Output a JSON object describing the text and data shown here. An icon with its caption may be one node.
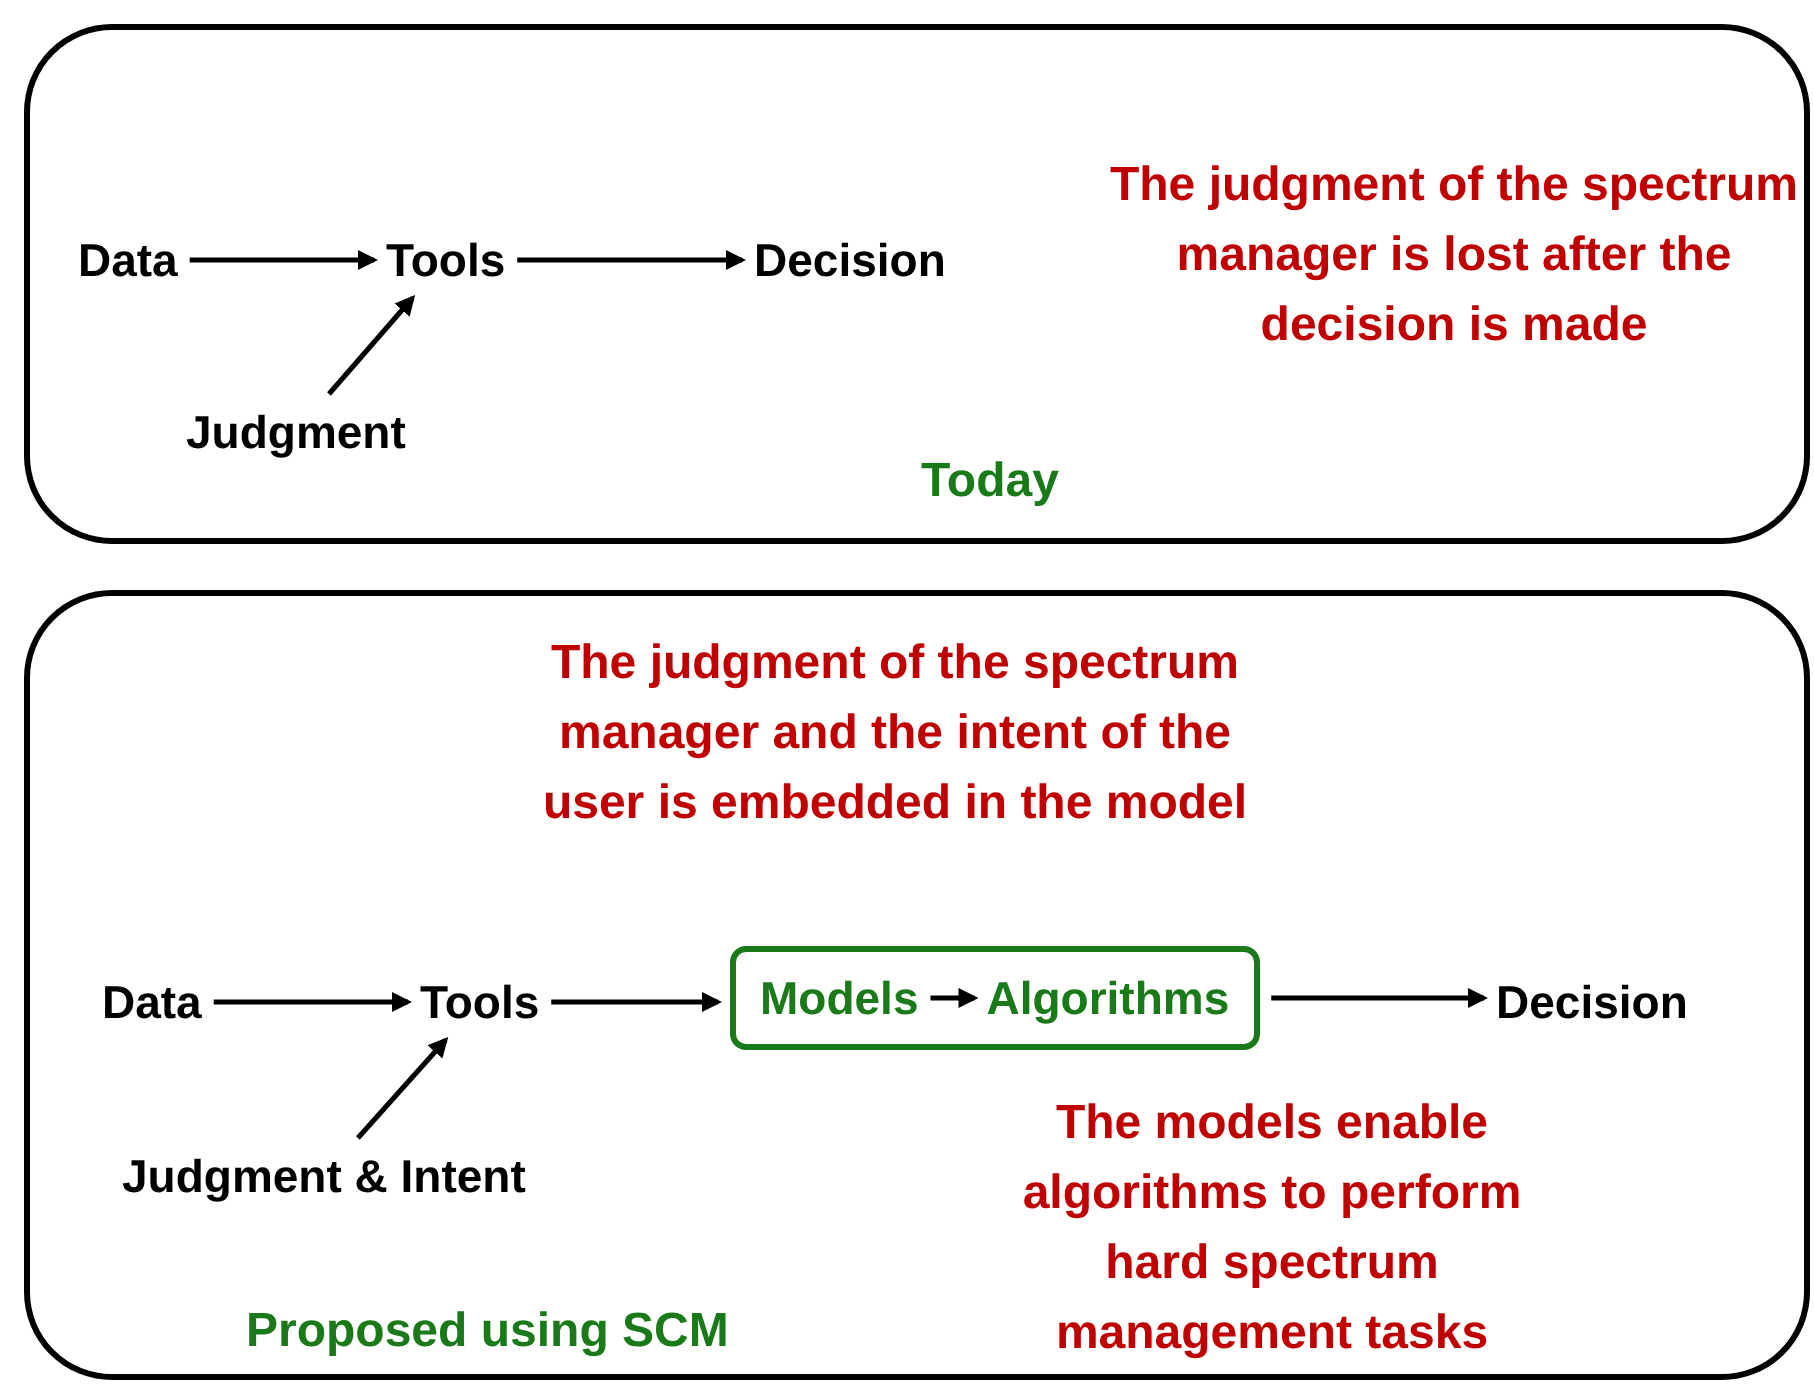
{
  "diagram": {
    "nodes": [
      {
        "text": [
          "The judgment of the spectrum manager is lost after the decision is made",
          "Today"
        ]
      },
      {
        "text": [
          "Data"
        ],
        "in": 0
      },
      {
        "text": [
          "Tools"
        ],
        "in": 0
      },
      {
        "text": [
          "Decision"
        ],
        "in": 0
      },
      {
        "text": [
          "Judgment"
        ],
        "in": 0
      },
      {
        "text": [
          "The judgment of the spectrum manager and the intent of the user is embedded in the model",
          "Proposed using SCM",
          "The models enable algorithms to perform hard spectrum management tasks"
        ]
      },
      {
        "text": [
          "Data"
        ],
        "in": 5
      },
      {
        "text": [
          "Tools"
        ],
        "in": 5
      },
      {
        "text": [],
        "shape": "box",
        "in": 5
      },
      {
        "text": [
          "Models"
        ],
        "in": 8
      },
      {
        "text": [
          "Algorithms"
        ],
        "in": 8
      },
      {
        "text": [
          "Decision"
        ],
        "in": 5
      },
      {
        "text": [
          "Judgment & Intent"
        ],
        "in": 5
      }
    ],
    "edges": [
      {
        "from": 1,
        "to": 2,
        "arrow": "to"
      },
      {
        "from": 2,
        "to": 3,
        "arrow": "to"
      },
      {
        "from": 4,
        "to": 2,
        "arrow": "to"
      },
      {
        "from": 6,
        "to": 7,
        "arrow": "to"
      },
      {
        "from": 7,
        "to": 8,
        "arrow": "to"
      },
      {
        "from": 9,
        "to": 10,
        "arrow": "to"
      },
      {
        "from": 8,
        "to": 11,
        "arrow": "to"
      },
      {
        "from": 12,
        "to": 7,
        "arrow": "to"
      }
    ]
  }
}
